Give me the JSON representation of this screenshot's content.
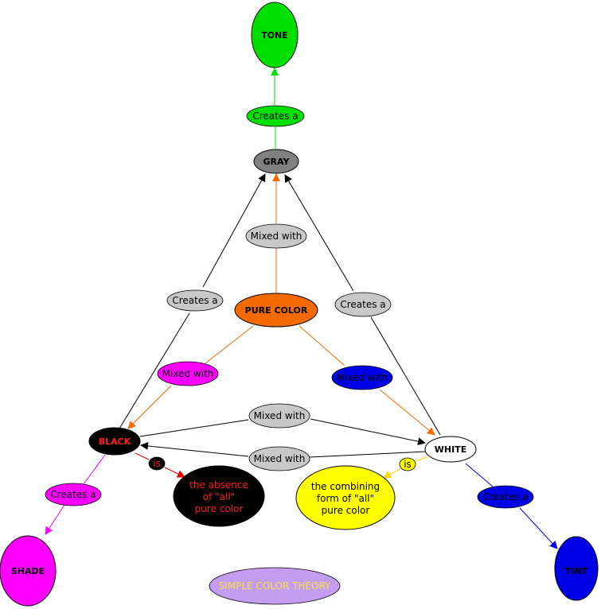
{
  "nodes": {
    "tone": "TONE",
    "gray": "GRAY",
    "pure_color": "PURE COLOR",
    "black": "BLACK",
    "white": "WHITE",
    "shade": "SHADE",
    "tint": "TINT",
    "black_desc": [
      "the absence",
      "of \"all\"",
      "pure color"
    ],
    "white_desc": [
      "the combining",
      "form of \"all\"",
      "pure color"
    ],
    "title": "SIMPLE COLOR THEORY"
  },
  "links": {
    "gray_tone": "Creates a",
    "pure_gray": "Mixed with",
    "black_gray": "Creates a",
    "white_gray": "Creates a",
    "pure_black": "Mixed with",
    "pure_white": "Mixed with",
    "black_white": "Mixed with",
    "white_black": "Mixed with",
    "black_is": "is",
    "white_is": "is",
    "black_shade": "Creates a",
    "white_tint": "Creates a"
  },
  "colors": {
    "tone": "#00e000",
    "gray": "#808080",
    "pure_color": "#f26a00",
    "black": "#000000",
    "white": "#ffffff",
    "shade": "#ff00ff",
    "tint": "#0000e6",
    "label_gray": "#c8c8c8",
    "yellow": "#ffff00",
    "title_bg": "#c49cf0",
    "title_text": "#ffe040",
    "red_text": "#ff1a1a"
  }
}
